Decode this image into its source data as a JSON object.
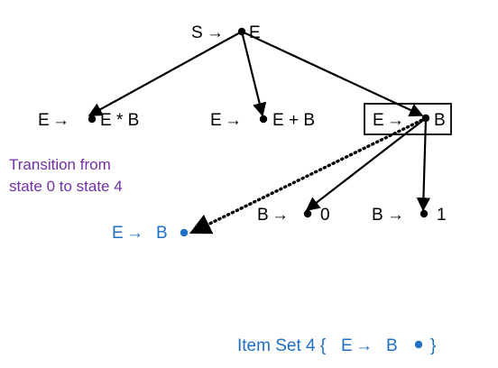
{
  "items": {
    "root": {
      "lhs": "S",
      "arrow": "→",
      "rhs": "E"
    },
    "e_star": {
      "lhs": "E",
      "arrow": "→",
      "rhs": "E * B"
    },
    "e_plus": {
      "lhs": "E",
      "arrow": "→",
      "rhs": "E + B"
    },
    "e_b": {
      "lhs": "E",
      "arrow": "→",
      "rhs": "B"
    },
    "b_zero": {
      "lhs": "B",
      "arrow": "→",
      "rhs": "0"
    },
    "b_one": {
      "lhs": "B",
      "arrow": "→",
      "rhs": "1"
    },
    "e_b_complete": {
      "lhs": "E",
      "arrow": "→",
      "rhs": "B"
    }
  },
  "transition_note": {
    "line1": "Transition from",
    "line2": "state 0 to state 4"
  },
  "item_set": {
    "prefix": "Item Set 4 {",
    "lhs": "E",
    "arrow": "→",
    "rhs": "B",
    "suffix": "}"
  },
  "colors": {
    "ink": "#000000",
    "blue": "#1f6fc2",
    "purple": "#7030a0"
  }
}
